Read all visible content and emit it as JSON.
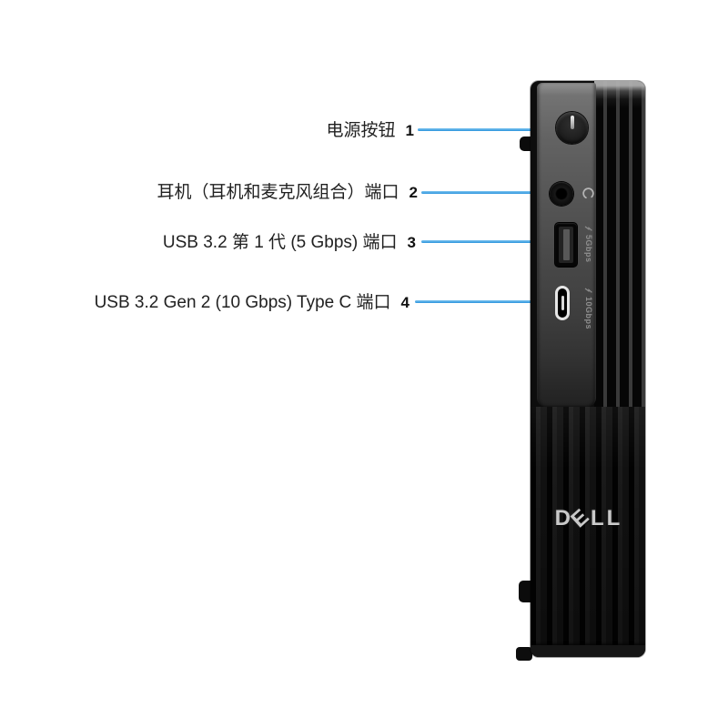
{
  "callouts": [
    {
      "label": "电源按钮",
      "number": "1",
      "target": "power-button"
    },
    {
      "label": "耳机（耳机和麦克风组合）端口",
      "number": "2",
      "target": "headset-port"
    },
    {
      "label": "USB 3.2 第 1 代 (5 Gbps) 端口",
      "number": "3",
      "target": "usb-a-port"
    },
    {
      "label": "USB 3.2 Gen 2 (10 Gbps) Type C 端口",
      "number": "4",
      "target": "usb-c-port"
    }
  ],
  "device": {
    "logo_letters": [
      "D",
      "E",
      "L",
      "L"
    ],
    "usb_a_speed_label": "5Gbps",
    "usb_c_speed_label": "10Gbps"
  },
  "colors": {
    "callout_line": "#3da0e8",
    "label_text": "#212121",
    "logo_silver": "#c9c9c9",
    "page_background": "#ffffff"
  }
}
